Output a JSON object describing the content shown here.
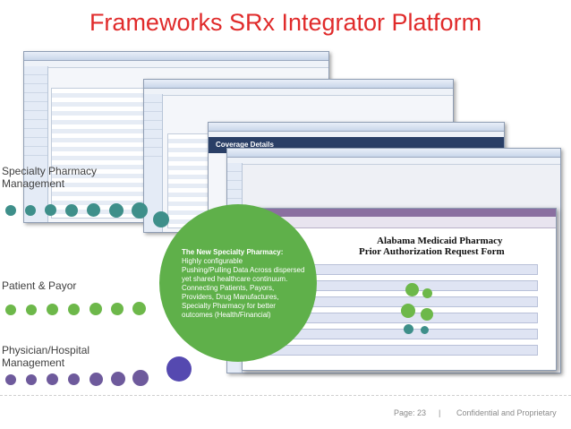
{
  "slide": {
    "title": "Frameworks SRx Integrator Platform"
  },
  "labels": {
    "specialty": "Specialty Pharmacy Management",
    "payor": "Patient & Payor",
    "physician": "Physician/Hospital Management"
  },
  "circle": {
    "heading": "The New Specialty Pharmacy:",
    "line1": "Highly configurable",
    "line2": "Pushing/Pulling Data Across dispersed yet shared healthcare continuum.",
    "line3": "Connecting Patients, Payors, Providers, Drug Manufactures, Specialty Pharmacy for better outcomes (Health/Financial)"
  },
  "screens": {
    "coverage_title": "Coverage Details",
    "form_title1": "Alabama Medicaid Pharmacy",
    "form_title2": "Prior Authorization Request Form"
  },
  "footer": {
    "page": "Page: 23",
    "separator": "|",
    "confidential": "Confidential and Proprietary"
  },
  "colors": {
    "title": "#e02b2b",
    "circle": "#5fb04a",
    "teal_dots": "#3e8f8a",
    "green_dots": "#6db84a",
    "purple_dots": "#6e5a9c"
  }
}
